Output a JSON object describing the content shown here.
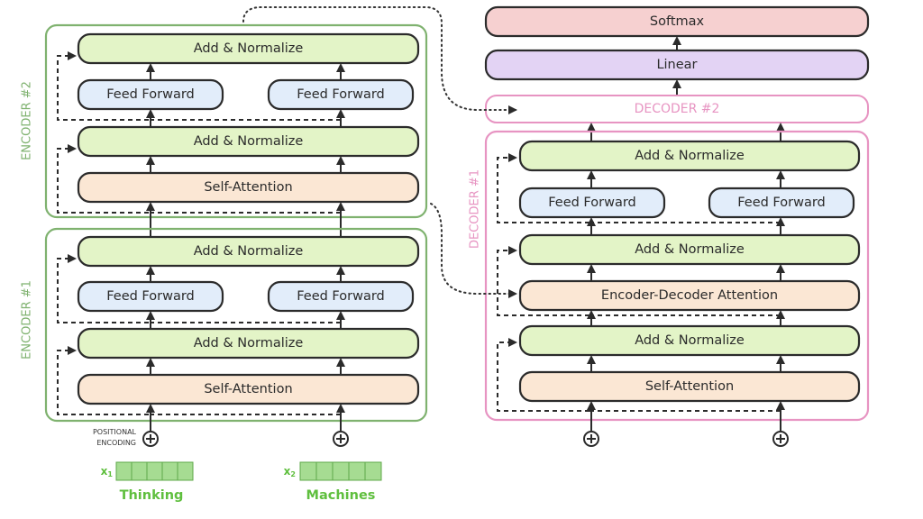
{
  "labels": {
    "add_normalize": "Add & Normalize",
    "feed_forward": "Feed Forward",
    "self_attention": "Self-Attention",
    "encoder_decoder_attention": "Encoder-Decoder Attention",
    "linear": "Linear",
    "softmax": "Softmax"
  },
  "encoder_1": {
    "label": "ENCODER #1"
  },
  "encoder_2": {
    "label": "ENCODER #2"
  },
  "decoder_1": {
    "label": "DECODER #1"
  },
  "decoder_2": {
    "label": "DECODER #2"
  },
  "positional_encoding": {
    "line1": "POSITIONAL",
    "line2": "ENCODING"
  },
  "inputs": [
    {
      "symbol": "x",
      "subscript": "1",
      "word": "Thinking"
    },
    {
      "symbol": "x",
      "subscript": "2",
      "word": "Machines"
    }
  ],
  "colors": {
    "encoder_frame": "#7fb26f",
    "decoder_frame": "#e794c2",
    "add_normalize": "#e3f4c7",
    "feed_forward": "#e2edfa",
    "attention": "#fbe7d4",
    "linear": "#e3d3f4",
    "softmax": "#f6d0d0",
    "input_word": "#5fbf3e"
  }
}
